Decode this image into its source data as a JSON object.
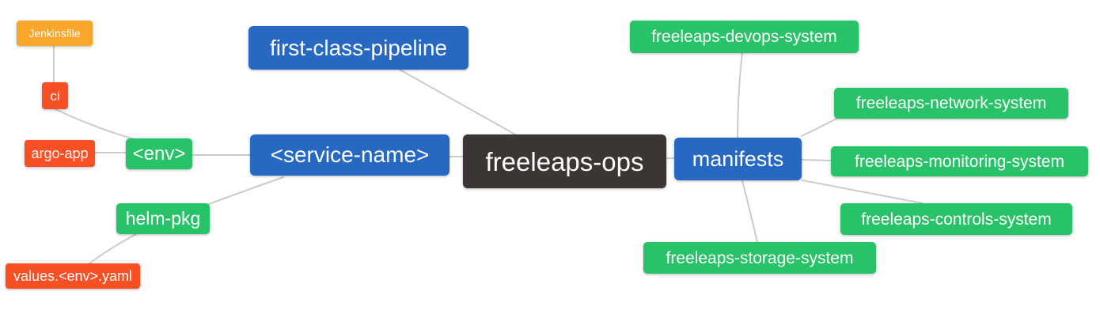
{
  "diagram": {
    "type": "mindmap",
    "root_label": "freeleaps-ops"
  },
  "nodes": {
    "root": {
      "label": "freeleaps-ops",
      "color": "#3B3633"
    },
    "first_class_pipeline": {
      "label": "first-class-pipeline",
      "color": "#2768C3"
    },
    "service_name": {
      "label": "<service-name>",
      "color": "#2768C3"
    },
    "manifests": {
      "label": "manifests",
      "color": "#2768C3"
    },
    "env": {
      "label": "<env>",
      "color": "#28C268"
    },
    "helm_pkg": {
      "label": "helm-pkg",
      "color": "#28C268"
    },
    "ci": {
      "label": "ci",
      "color": "#F94F25"
    },
    "argo_app": {
      "label": "argo-app",
      "color": "#F94F25"
    },
    "jenkinsfile": {
      "label": "Jenkinsfile",
      "color": "#F9A72B"
    },
    "values_env_yaml": {
      "label": "values.<env>.yaml",
      "color": "#F94F25"
    },
    "devops_system": {
      "label": "freeleaps-devops-system",
      "color": "#28C268"
    },
    "network_system": {
      "label": "freeleaps-network-system",
      "color": "#28C268"
    },
    "monitoring_system": {
      "label": "freeleaps-monitoring-system",
      "color": "#28C268"
    },
    "controls_system": {
      "label": "freeleaps-controls-system",
      "color": "#28C268"
    },
    "storage_system": {
      "label": "freeleaps-storage-system",
      "color": "#28C268"
    }
  },
  "edges": [
    [
      "jenkinsfile",
      "ci"
    ],
    [
      "ci",
      "env"
    ],
    [
      "argo_app",
      "env"
    ],
    [
      "env",
      "service_name"
    ],
    [
      "service_name",
      "helm_pkg"
    ],
    [
      "helm_pkg",
      "values_env_yaml"
    ],
    [
      "first_class_pipeline",
      "root"
    ],
    [
      "service_name",
      "root"
    ],
    [
      "root",
      "manifests"
    ],
    [
      "manifests",
      "devops_system"
    ],
    [
      "manifests",
      "network_system"
    ],
    [
      "manifests",
      "monitoring_system"
    ],
    [
      "manifests",
      "controls_system"
    ],
    [
      "manifests",
      "storage_system"
    ]
  ],
  "colors": {
    "background": "#FFFFFF",
    "edge_line": "#CCCCCC",
    "text": "#FFFFFF",
    "blue": "#2768C3",
    "green": "#28C268",
    "red_orange": "#F94F25",
    "amber": "#F9A72B",
    "root_dark": "#3B3633"
  }
}
